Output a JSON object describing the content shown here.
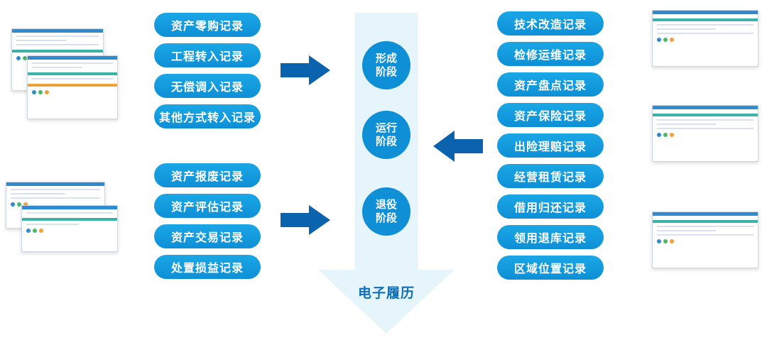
{
  "left_groups": [
    {
      "items": [
        "资产零购记录",
        "工程转入记录",
        "无偿调入记录",
        "其他方式转入记录"
      ]
    },
    {
      "items": [
        "资产报废记录",
        "资产评估记录",
        "资产交易记录",
        "处置损益记录"
      ]
    }
  ],
  "right_items": [
    "技术改造记录",
    "检修运维记录",
    "资产盘点记录",
    "资产保险记录",
    "出险理赔记录",
    "经营租赁记录",
    "借用归还记录",
    "领用退库记录",
    "区域位置记录"
  ],
  "stages": [
    {
      "line1": "形成",
      "line2": "阶段"
    },
    {
      "line1": "运行",
      "line2": "阶段"
    },
    {
      "line1": "退役",
      "line2": "阶段"
    }
  ],
  "footer": "电子履历",
  "colors": {
    "pill": "#0e8fd6",
    "arrow": "#0b63ad",
    "column": "#e6f4fc",
    "footer": "#0e6fb8"
  }
}
